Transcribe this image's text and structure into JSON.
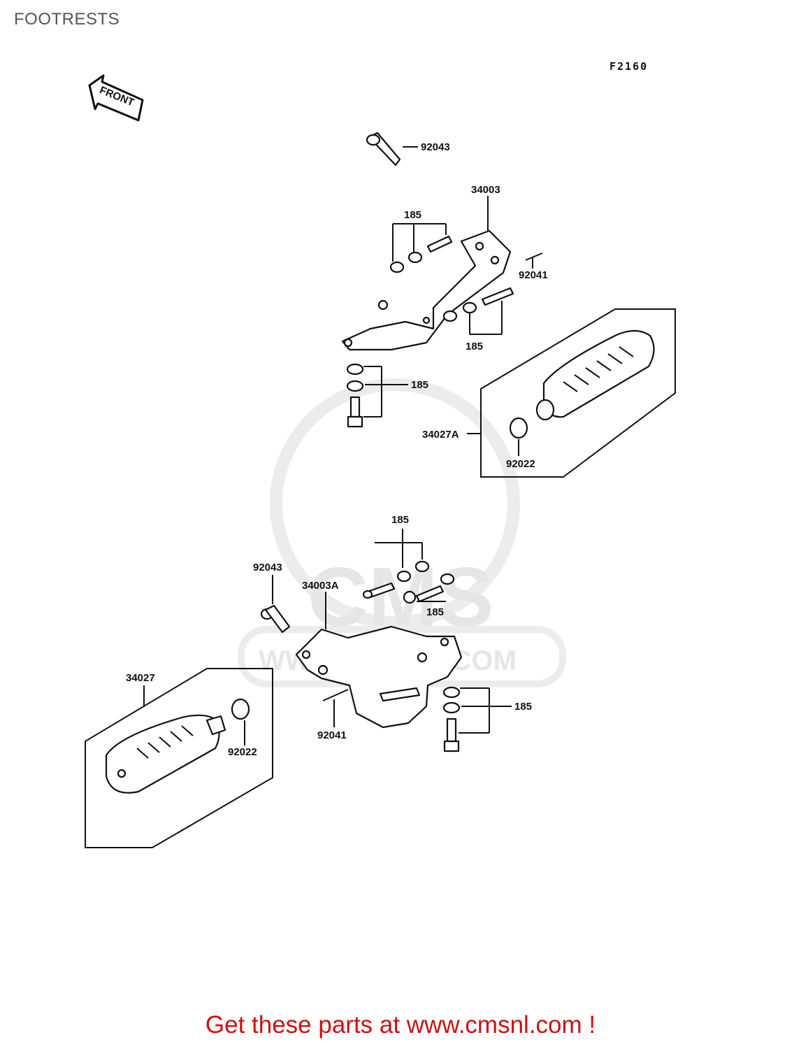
{
  "header": {
    "title": "FOOTRESTS"
  },
  "diagram": {
    "code": "F2160",
    "front_label": "FRONT",
    "watermark": {
      "brand": "CMS",
      "site": "WWW.CMSNL.COM"
    },
    "labels": {
      "bolt_upper": "92043",
      "bracket_upper": "34003",
      "washer_upper_a": "185",
      "cotter_upper": "92041",
      "washer_upper_b": "185",
      "washer_upper_c": "185",
      "footrest_upper": "34027A",
      "washer_plate_upper": "92022",
      "washer_lower_a": "185",
      "bolt_lower": "92043",
      "bracket_lower": "34003A",
      "washer_lower_b": "185",
      "washer_lower_c": "185",
      "footrest_lower": "34027",
      "washer_plate_lower": "92022",
      "cotter_lower": "92041"
    }
  },
  "footer": {
    "cta": "Get these parts at www.cmsnl.com !"
  }
}
